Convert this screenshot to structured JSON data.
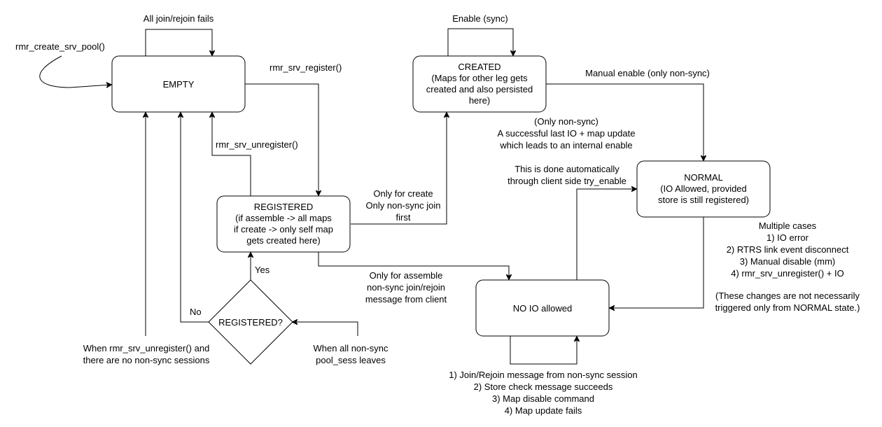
{
  "nodes": {
    "empty": [
      "EMPTY"
    ],
    "created": [
      "CREATED",
      "(Maps for other leg gets",
      "created and also persisted",
      "here)"
    ],
    "registered": [
      "REGISTERED",
      "(if assemble -> all maps",
      "if create -> only self map",
      "gets created here)"
    ],
    "normal": [
      "NORMAL",
      "(IO Allowed, provided",
      "store is still registered)"
    ],
    "no_io": [
      "NO IO allowed"
    ],
    "decision": [
      "REGISTERED?"
    ]
  },
  "labels": {
    "all_join_fails": [
      "All join/rejoin fails"
    ],
    "create_pool": [
      "rmr_create_srv_pool()"
    ],
    "srv_register": [
      "rmr_srv_register()"
    ],
    "srv_unregister": [
      "rmr_srv_unregister()"
    ],
    "enable_sync": [
      "Enable (sync)"
    ],
    "manual_enable": [
      "Manual enable (only non-sync)"
    ],
    "non_sync_internal": [
      "(Only non-sync)",
      "A successful last IO + map update",
      "which leads to an internal enable"
    ],
    "auto_enable": [
      "This is done automatically",
      "through client side try_enable"
    ],
    "only_create": [
      "Only for create",
      "Only non-sync join",
      "first"
    ],
    "only_assemble": [
      "Only for assemble",
      "non-sync join/rejoin",
      "message from client"
    ],
    "multiple_cases": [
      "Multiple cases",
      "1) IO error",
      "2) RTRS link event disconnect",
      "3) Manual disable (mm)",
      "4) rmr_srv_unregister() + IO"
    ],
    "not_necessarily": [
      "(These changes are not necessarily",
      "triggered only from NORMAL state.)"
    ],
    "yes": [
      "Yes"
    ],
    "no": [
      "No"
    ],
    "unregister_no_sessions": [
      "When rmr_srv_unregister() and",
      "there are no non-sync sessions"
    ],
    "pool_sess_leaves": [
      "When all non-sync",
      "pool_sess leaves"
    ],
    "no_io_loop": [
      "1) Join/Rejoin message from non-sync session",
      "2) Store check message succeeds",
      "3) Map disable command",
      "4) Map update fails"
    ]
  }
}
